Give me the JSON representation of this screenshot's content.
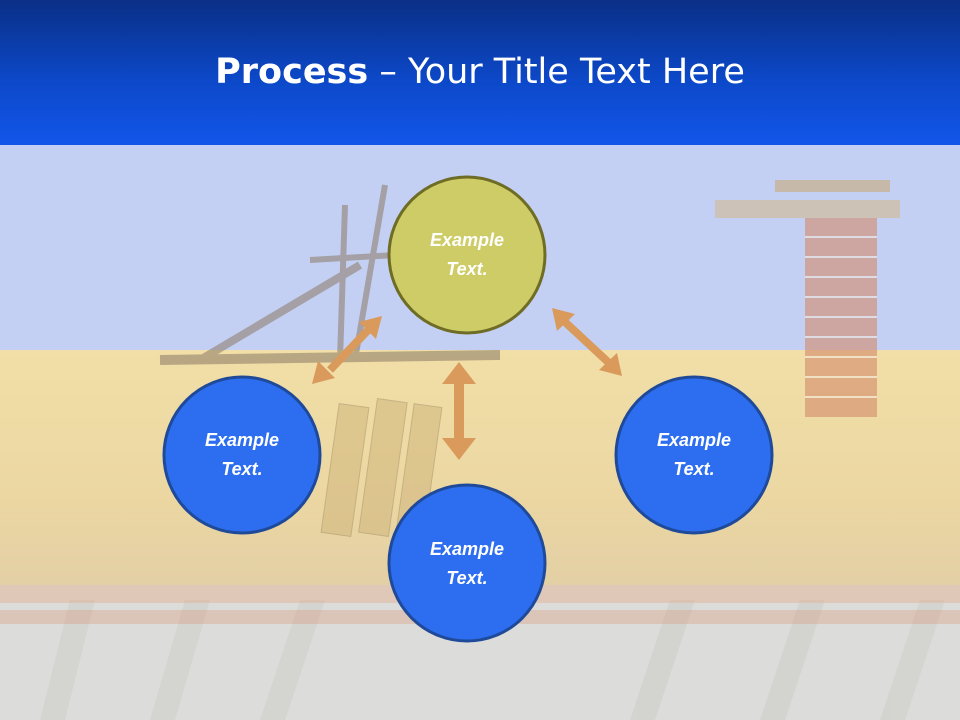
{
  "title": {
    "bold": "Process",
    "rest": " – Your Title Text Here"
  },
  "nodes": [
    {
      "id": "top",
      "line1": "Example",
      "line2": "Text.",
      "fill": "#cdcc66",
      "stroke": "#6e6c25"
    },
    {
      "id": "left",
      "line1": "Example",
      "line2": "Text.",
      "fill": "#2d6ef0",
      "stroke": "#1f4a99"
    },
    {
      "id": "right",
      "line1": "Example",
      "line2": "Text.",
      "fill": "#2d6ef0",
      "stroke": "#1f4a99"
    },
    {
      "id": "bottom",
      "line1": "Example",
      "line2": "Text.",
      "fill": "#2d6ef0",
      "stroke": "#1f4a99"
    }
  ],
  "colors": {
    "arrow": "#d99a5c",
    "header": "#0c48c8"
  }
}
